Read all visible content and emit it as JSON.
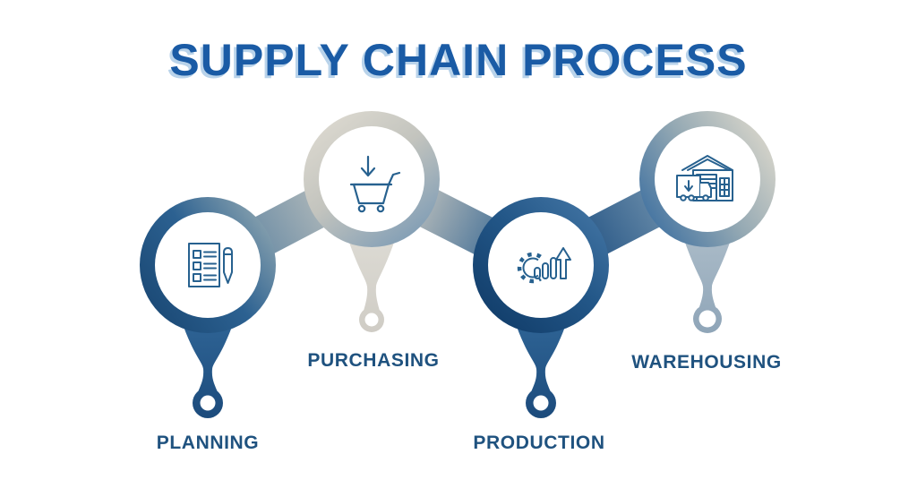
{
  "title": {
    "text": "SUPPLY CHAIN PROCESS"
  },
  "steps": [
    {
      "label": "PLANNING",
      "icon": "checklist-pencil-icon"
    },
    {
      "label": "PURCHASING",
      "icon": "shopping-cart-icon"
    },
    {
      "label": "PRODUCTION",
      "icon": "gear-growth-chart-icon"
    },
    {
      "label": "WAREHOUSING",
      "icon": "warehouse-truck-icon"
    }
  ],
  "colors": {
    "title_blue": "#1a5ba5",
    "title_shadow_blue": "#b9d3ea",
    "label_blue": "#1f527f",
    "icon_stroke_blue": "#27618f",
    "navy": "#16426f",
    "steel_blue": "#2e6394",
    "blue_gray": "#7e9cb5",
    "silver": "#c9c8c1",
    "light_beige": "#dbd8cf",
    "slate_blue_gray": "#a3b5c3",
    "background": "#ffffff"
  }
}
